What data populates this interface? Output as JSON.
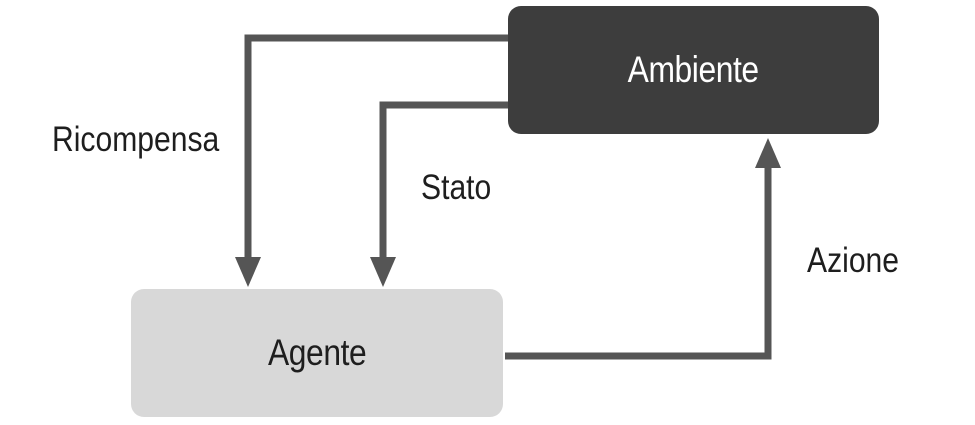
{
  "diagram": {
    "nodes": {
      "environment": "Ambiente",
      "agent": "Agente"
    },
    "edges": {
      "reward": "Ricompensa",
      "state": "Stato",
      "action": "Azione"
    },
    "colors": {
      "environment_fill": "#3d3d3d",
      "agent_fill": "#d8d8d8",
      "arrow": "#555555",
      "text_dark": "#1e1e1e",
      "text_light": "#ffffff"
    }
  }
}
